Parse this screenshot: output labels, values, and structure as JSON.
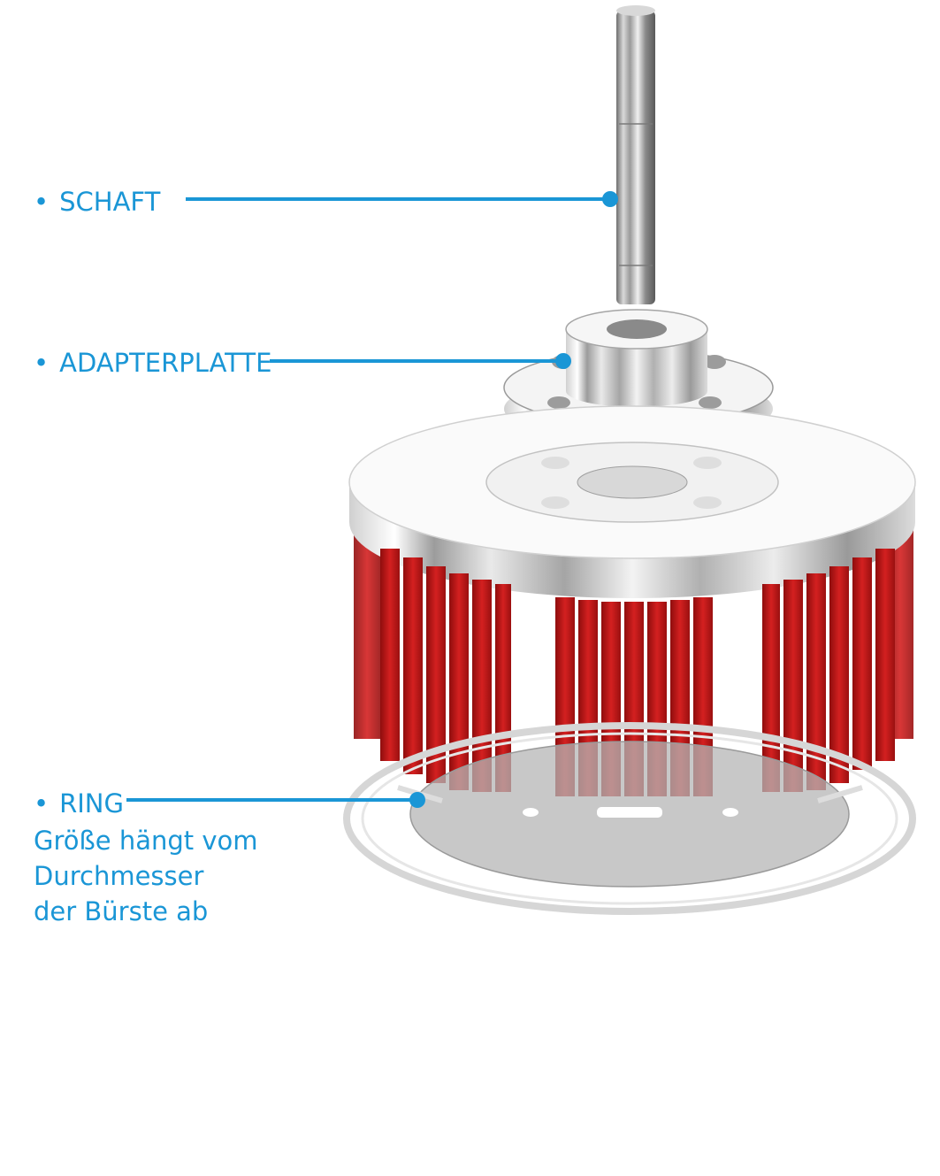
{
  "colors": {
    "accent": "#1a96d6",
    "bristle": "#c41a1a",
    "metal": "#c8c8c8",
    "disc": "#f2f2f2"
  },
  "labels": {
    "bullet": "•",
    "schaft": "SCHAFT",
    "adapterplatte": "ADAPTERPLATTE",
    "ring": "RING",
    "ring_description": [
      "Größe hängt vom",
      "Durchmesser",
      "der Bürste ab"
    ]
  }
}
